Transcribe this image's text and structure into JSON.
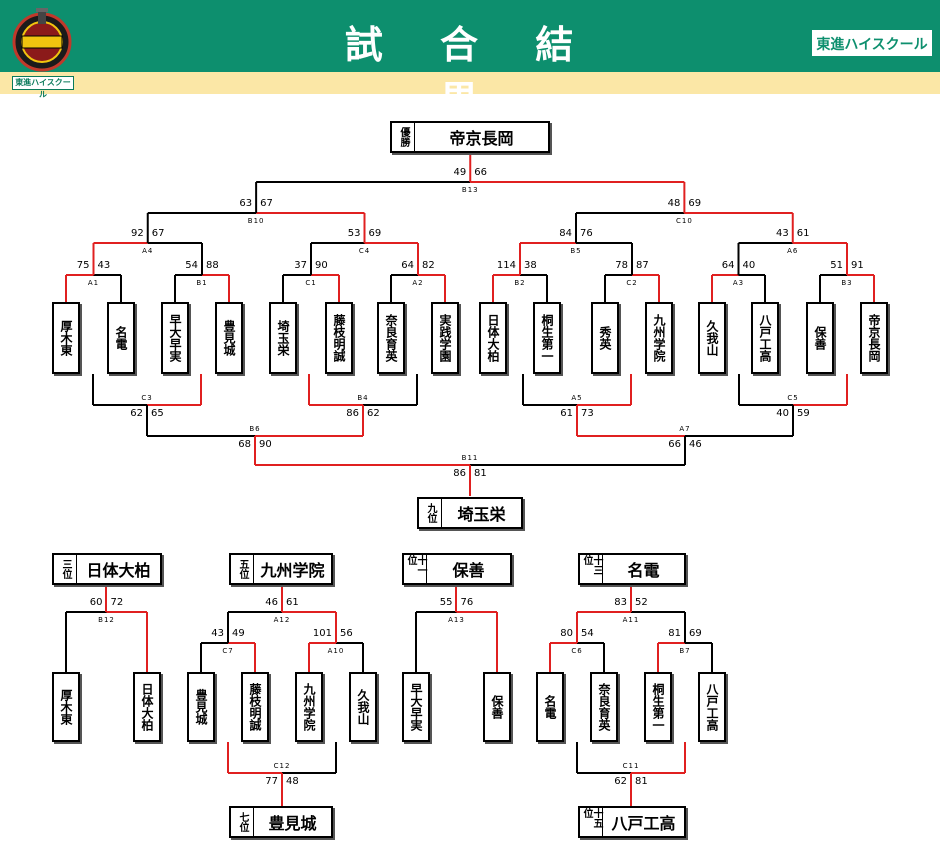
{
  "header": {
    "title": "試 合 結 果",
    "sponsor": "東進ハイスクール",
    "sponsor_small": "東進ハイスクール",
    "colors": {
      "bar": "#0d8f6e",
      "stripe": "#fbe7a6",
      "winner_line": "#e02020",
      "loser_line": "#000000"
    }
  },
  "main": {
    "teams": [
      "厚木東",
      "名電",
      "早大早実",
      "豊見城",
      "埼玉栄",
      "藤枝明誠",
      "奈良育英",
      "実践学園",
      "日体大柏",
      "桐生第一",
      "秀英",
      "九州学院",
      "久我山",
      "八戸工高",
      "保善",
      "帝京長岡"
    ],
    "results": {
      "champion": {
        "rank": "優勝",
        "name": "帝京長岡"
      },
      "runner_up": {
        "rank": "九位",
        "name": "埼玉栄"
      }
    },
    "games": [
      {
        "id": "A1",
        "scores": [
          "75",
          "43"
        ]
      },
      {
        "id": "B1",
        "scores": [
          "54",
          "88"
        ]
      },
      {
        "id": "C1",
        "scores": [
          "37",
          "90"
        ]
      },
      {
        "id": "A2",
        "scores": [
          "64",
          "82"
        ]
      },
      {
        "id": "B2",
        "scores": [
          "114",
          "38"
        ]
      },
      {
        "id": "C2",
        "scores": [
          "78",
          "87"
        ]
      },
      {
        "id": "A3",
        "scores": [
          "64",
          "40"
        ]
      },
      {
        "id": "B3",
        "scores": [
          "51",
          "91"
        ]
      },
      {
        "id": "A4",
        "scores": [
          "92",
          "67"
        ]
      },
      {
        "id": "C4",
        "scores": [
          "53",
          "69"
        ]
      },
      {
        "id": "B5",
        "scores": [
          "84",
          "76"
        ]
      },
      {
        "id": "A6",
        "scores": [
          "43",
          "61"
        ]
      },
      {
        "id": "B10",
        "scores": [
          "63",
          "67"
        ]
      },
      {
        "id": "C10",
        "scores": [
          "48",
          "69"
        ]
      },
      {
        "id": "B13",
        "scores": [
          "49",
          "66"
        ]
      },
      {
        "id": "C3",
        "scores": [
          "62",
          "65"
        ]
      },
      {
        "id": "B4",
        "scores": [
          "86",
          "62"
        ]
      },
      {
        "id": "A5",
        "scores": [
          "61",
          "73"
        ]
      },
      {
        "id": "C5",
        "scores": [
          "40",
          "59"
        ]
      },
      {
        "id": "B6",
        "scores": [
          "68",
          "90"
        ]
      },
      {
        "id": "A7",
        "scores": [
          "66",
          "46"
        ]
      },
      {
        "id": "B11",
        "scores": [
          "86",
          "81"
        ]
      }
    ]
  },
  "placement": [
    {
      "result": {
        "rank": "三位",
        "name": "日体大柏"
      },
      "teams": [
        "厚木東",
        "日体大柏"
      ],
      "games": [
        {
          "id": "B12",
          "scores": [
            "60",
            "72"
          ]
        }
      ]
    },
    {
      "result": {
        "rank": "五位",
        "name": "九州学院"
      },
      "teams": [
        "豊見城",
        "藤枝明誠",
        "九州学院",
        "久我山"
      ],
      "loser_result": {
        "rank": "七位",
        "name": "豊見城"
      },
      "games": [
        {
          "id": "A12",
          "scores": [
            "46",
            "61"
          ]
        },
        {
          "id": "C7",
          "scores": [
            "43",
            "49"
          ]
        },
        {
          "id": "A10",
          "scores": [
            "101",
            "56"
          ]
        },
        {
          "id": "C12",
          "scores": [
            "77",
            "48"
          ]
        }
      ]
    },
    {
      "result": {
        "rank": "十一位",
        "name": "保善"
      },
      "teams": [
        "早大早実",
        "保善"
      ],
      "games": [
        {
          "id": "A13",
          "scores": [
            "55",
            "76"
          ]
        }
      ]
    },
    {
      "result": {
        "rank": "十三位",
        "name": "名電"
      },
      "teams": [
        "名電",
        "奈良育英",
        "桐生第一",
        "八戸工高"
      ],
      "loser_result": {
        "rank": "十五位",
        "name": "八戸工高"
      },
      "games": [
        {
          "id": "A11",
          "scores": [
            "83",
            "52"
          ]
        },
        {
          "id": "C6",
          "scores": [
            "80",
            "54"
          ]
        },
        {
          "id": "B7",
          "scores": [
            "81",
            "69"
          ]
        },
        {
          "id": "C11",
          "scores": [
            "62",
            "81"
          ]
        }
      ]
    }
  ]
}
